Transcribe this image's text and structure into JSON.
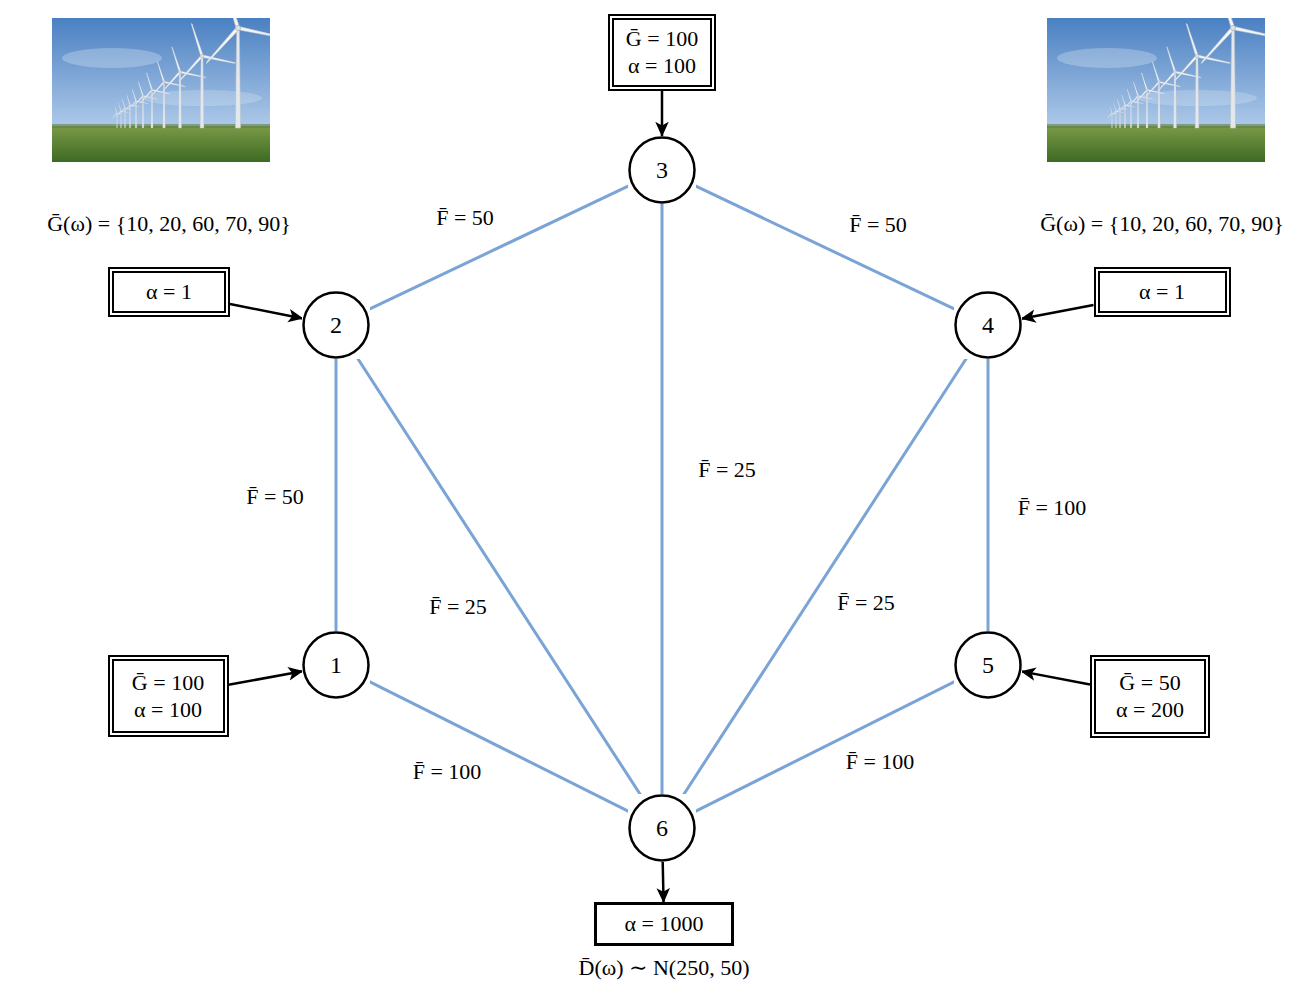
{
  "diagram": {
    "nodes": [
      {
        "text": [
          "Ḡ = 100",
          "α = 100"
        ]
      },
      {
        "text": [
          "3"
        ]
      },
      {
        "text": [
          "Ḡ(ω) = {10, 20, 60, 70, 90}",
          "α = 1"
        ]
      },
      {
        "text": [
          "Ḡ(ω) = {10, 20, 60, 70, 90}",
          "α = 1"
        ]
      },
      {
        "text": [
          "2"
        ]
      },
      {
        "text": [
          "4"
        ]
      },
      {
        "text": [
          "Ḡ = 100",
          "α = 100"
        ]
      },
      {
        "text": [
          "1"
        ]
      },
      {
        "text": [
          "5"
        ]
      },
      {
        "text": [
          "Ḡ = 50",
          "α = 200"
        ]
      },
      {
        "text": [
          "6"
        ]
      },
      {
        "text": [
          "α = 1000",
          "D̄(ω) ∼ N(250, 50)"
        ]
      }
    ],
    "edges": [
      {
        "from": 0,
        "to": 1,
        "arrow": "to"
      },
      {
        "from": 2,
        "to": 4,
        "arrow": "to"
      },
      {
        "from": 3,
        "to": 5,
        "arrow": "to"
      },
      {
        "from": 4,
        "to": 1,
        "label": "F̄ = 50",
        "arrow": "none"
      },
      {
        "from": 1,
        "to": 5,
        "label": "F̄ = 50",
        "arrow": "none"
      },
      {
        "from": 4,
        "to": 7,
        "label": "F̄ = 50",
        "arrow": "none"
      },
      {
        "from": 1,
        "to": 10,
        "label": "F̄ = 25",
        "arrow": "none"
      },
      {
        "from": 4,
        "to": 10,
        "label": "F̄ = 25",
        "arrow": "none"
      },
      {
        "from": 5,
        "to": 10,
        "label": "F̄ = 25",
        "arrow": "none"
      },
      {
        "from": 5,
        "to": 8,
        "label": "F̄ = 100",
        "arrow": "none"
      },
      {
        "from": 6,
        "to": 7,
        "arrow": "to"
      },
      {
        "from": 9,
        "to": 8,
        "arrow": "to"
      },
      {
        "from": 7,
        "to": 10,
        "label": "F̄ = 100",
        "arrow": "none"
      },
      {
        "from": 8,
        "to": 10,
        "label": "F̄ = 100",
        "arrow": "none"
      },
      {
        "from": 10,
        "to": 11,
        "arrow": "to"
      }
    ]
  }
}
